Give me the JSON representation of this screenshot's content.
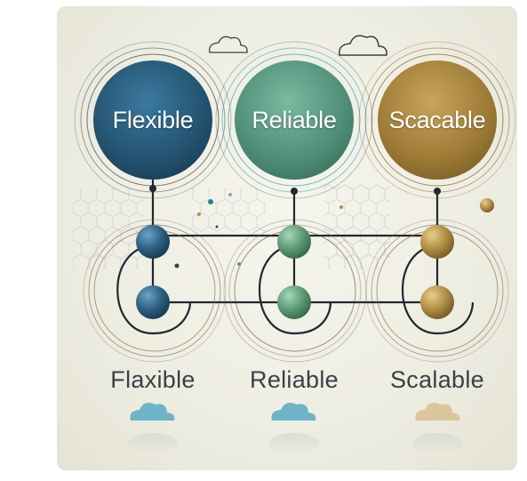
{
  "circles": [
    {
      "label": "Flexible",
      "color": "#2c5f80"
    },
    {
      "label": "Reliable",
      "color": "#5b9a84"
    },
    {
      "label": "Scacable",
      "color": "#a8863e"
    }
  ],
  "labels": [
    {
      "label": "Flaxible"
    },
    {
      "label": "Reliable"
    },
    {
      "label": "Scalable"
    }
  ],
  "icons": [
    "cloud-icon",
    "cloud-icon",
    "cloud-icon",
    "cloud-icon",
    "cloud-icon"
  ]
}
